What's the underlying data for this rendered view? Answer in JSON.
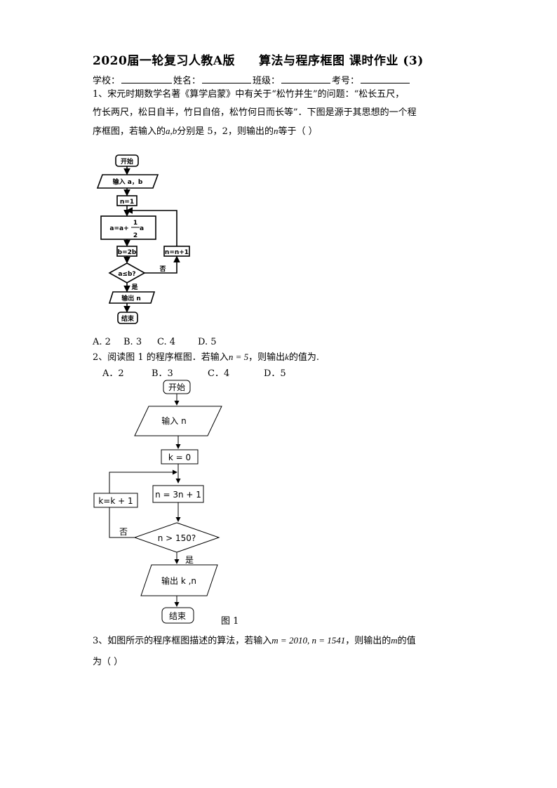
{
  "title": {
    "part1": "2020届一轮复习人教A版",
    "part2": "算法与程序框图   课时作业 (3)"
  },
  "info": {
    "school": "学校：",
    "name": "姓名：",
    "class": "班级：",
    "exam_no": "考号："
  },
  "q1": {
    "line1": "1、宋元时期数学名著《算学启蒙》中有关于“松竹并生”的问题：“松长五尺，",
    "line2": "竹长两尺，松日自半，竹日自倍，松竹何日而长等”．下图是源于其思想的一个程",
    "line3_a": "序框图，若输入的",
    "line3_var": "a,b",
    "line3_b": "分别是 5，2，则输出的",
    "line3_var2": "n",
    "line3_c": "等于（      ）",
    "choices": [
      "A. 2",
      "B. 3",
      "C. 4",
      "D. 5"
    ],
    "flow": {
      "start": "开始",
      "input": "输入 a，b",
      "init": "n=1",
      "step_a": "a=a+",
      "frac_num": "1",
      "frac_den": "2",
      "step_a_tail": "a",
      "step_b": "b=2b",
      "inc": "n=n+1",
      "cond": "a≤b?",
      "no": "否",
      "yes": "是",
      "output": "输出 n",
      "end": "结束"
    }
  },
  "q2": {
    "line_a": "2、阅读图 1 的程序框图．若输入",
    "line_eq": "n = 5",
    "line_b": "，则输出",
    "line_var": "k",
    "line_c": "的值为.",
    "choices": [
      "A．2",
      "B．3",
      "C．4",
      "D．5"
    ],
    "flow": {
      "start": "开始",
      "input": "输入 n",
      "init": "k = 0",
      "step": "n = 3n + 1",
      "inc": "k=k + 1",
      "cond": "n > 150?",
      "no": "否",
      "yes": "是",
      "output": "输出 k ,n",
      "end": "结束"
    },
    "figure_label": "图 1"
  },
  "q3": {
    "line1_a": "3、如图所示的程序框图描述的算法，若输入",
    "line1_eq": "m = 2010, n = 1541",
    "line1_b": "，则输出的",
    "line1_var": "m",
    "line1_c": "的值",
    "line2": "为（      ）"
  }
}
